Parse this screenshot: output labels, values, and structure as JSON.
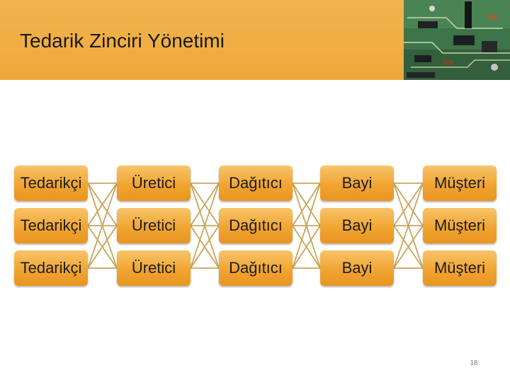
{
  "slide": {
    "title": "Tedarik Zinciri Yönetimi",
    "page_number": "18"
  },
  "header_image": {
    "icon": "circuit-board-photo"
  },
  "chain": {
    "rows": [
      [
        "Tedarikçi",
        "Üretici",
        "Dağıtıcı",
        "Bayi",
        "Müşteri"
      ],
      [
        "Tedarikçi",
        "Üretici",
        "Dağıtıcı",
        "Bayi",
        "Müşteri"
      ],
      [
        "Tedarikçi",
        "Üretici",
        "Dağıtıcı",
        "Bayi",
        "Müşteri"
      ]
    ]
  },
  "colors": {
    "header": "#eda93a",
    "node": "#f1a532",
    "connector": "#c9a55a"
  }
}
